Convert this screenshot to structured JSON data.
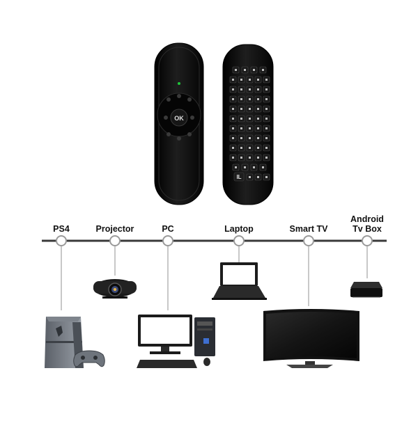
{
  "remote": {
    "ok_label": "OK",
    "keyboard_logo": "IL"
  },
  "devices": [
    {
      "name": "PS4"
    },
    {
      "name": "Projector"
    },
    {
      "name": "PC"
    },
    {
      "name": "Laptop"
    },
    {
      "name": "Smart TV"
    },
    {
      "name": "Android",
      "name_line2": "Tv Box"
    }
  ],
  "colors": {
    "remote_body": "#0b0b0b",
    "timeline": "#3a3a3a",
    "connector": "#b5b5b5"
  }
}
